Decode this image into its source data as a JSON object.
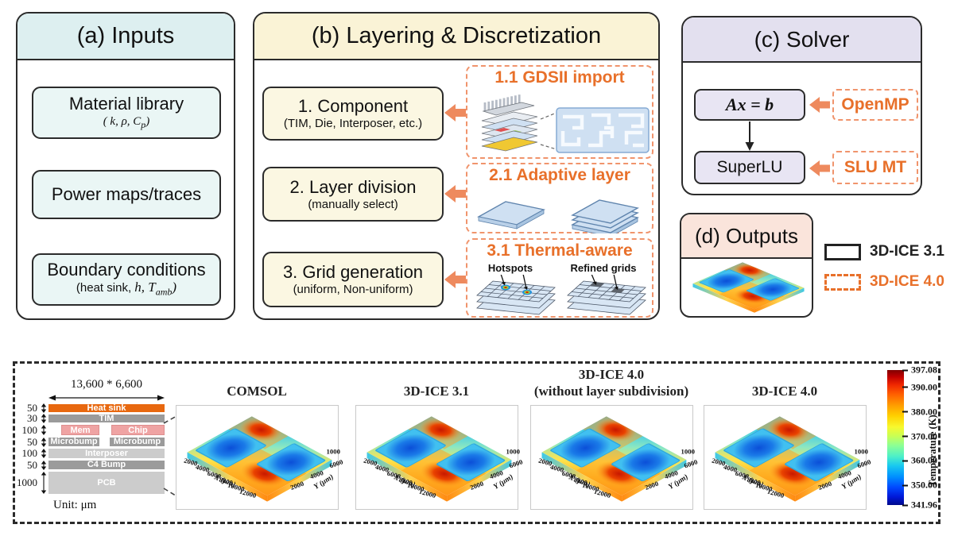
{
  "colors": {
    "accent_orange": "#e8702a",
    "arrow_orange": "#ee8a5e",
    "dashed_orange": "#f0946c",
    "header_inputs": "#ddeff0",
    "header_layering": "#faf3d6",
    "header_solver": "#e3e0ef",
    "header_outputs": "#fae4db",
    "heat_sink_orange": "#e8680f",
    "gray_layer": "#9b9b9b",
    "pink_layer": "#efa3a3",
    "light_gray_layer": "#cccccc"
  },
  "panel_a": {
    "title": "(a) Inputs",
    "items": [
      {
        "line1": "Material library",
        "math_a": "( k, ρ, C",
        "math_sub": "p",
        "math_b": ")"
      },
      {
        "line1": "Power maps/traces"
      },
      {
        "line1": "Boundary conditions",
        "plain_a": "(heat sink, ",
        "math_a": "h, T",
        "math_sub": "amb",
        "math_b": ")"
      }
    ]
  },
  "panel_b": {
    "title": "(b) Layering & Discretization",
    "steps": [
      {
        "line1": "1. Component",
        "line2": "(TIM, Die, Interposer, etc.)"
      },
      {
        "line1": "2. Layer division",
        "line2": "(manually select)"
      },
      {
        "line1": "3. Grid generation",
        "line2": "(uniform, Non-uniform)"
      }
    ],
    "features": [
      {
        "title": "1.1 GDSII import"
      },
      {
        "title": "2.1 Adaptive layer"
      },
      {
        "title": "3.1 Thermal-aware",
        "label_left": "Hotspots",
        "label_right": "Refined grids"
      }
    ]
  },
  "panel_c": {
    "title": "(c) Solver",
    "equation": "Ax = b",
    "solver_name": "SuperLU",
    "tag_top": "OpenMP",
    "tag_bottom": "SLU MT"
  },
  "panel_d": {
    "title": "(d) Outputs"
  },
  "legend": [
    {
      "label": "3D-ICE 3.1",
      "style": "solid"
    },
    {
      "label": "3D-ICE 4.0",
      "style": "dashed"
    }
  ],
  "figure": {
    "stack": {
      "dimension_label": "13,600 * 6,600",
      "unit_label": "Unit: μm",
      "rows": [
        {
          "thickness": "50",
          "cells": [
            "Heat sink"
          ],
          "color": "#e8680f"
        },
        {
          "thickness": "30",
          "cells": [
            "TIM"
          ],
          "color": "#9b9b9b"
        },
        {
          "thickness": "100",
          "cells": [
            "Mem",
            "Chip"
          ],
          "color": "#efa3a3"
        },
        {
          "thickness": "50",
          "cells": [
            "Microbump",
            "Microbump"
          ],
          "color": "#9b9b9b"
        },
        {
          "thickness": "100",
          "cells": [
            "Interposer"
          ],
          "color": "#cccccc"
        },
        {
          "thickness": "50",
          "cells": [
            "C4 Bump"
          ],
          "color": "#9b9b9b"
        },
        {
          "thickness": "1000",
          "cells": [
            "PCB"
          ],
          "color": "#cccccc"
        }
      ]
    },
    "plots": [
      {
        "title": "COMSOL"
      },
      {
        "title": "3D-ICE 3.1"
      },
      {
        "title": "3D-ICE 4.0",
        "subtitle": "(without layer subdivision)"
      },
      {
        "title": "3D-ICE 4.0"
      }
    ],
    "axes": {
      "xlabel": "X (μm)",
      "ylabel": "Y (μm)",
      "x_ticks": [
        "2000",
        "4000",
        "6000",
        "8000",
        "10000",
        "12000"
      ],
      "y_ticks": [
        "2000",
        "4000",
        "6000"
      ],
      "z_tick": "1000"
    },
    "colorbar": {
      "label": "Temperature (K)",
      "ticks": [
        "397.08",
        "390.00",
        "380.00",
        "370.00",
        "360.00",
        "350.00",
        "341.96"
      ]
    }
  },
  "chart_data": [
    {
      "type": "surface3d",
      "title": "COMSOL",
      "xlabel": "X (μm)",
      "ylabel": "Y (μm)",
      "x_range": [
        0,
        13600
      ],
      "y_range": [
        0,
        6600
      ],
      "x_ticks": [
        2000,
        4000,
        6000,
        8000,
        10000,
        12000
      ],
      "y_ticks": [
        2000,
        4000,
        6000
      ],
      "temperature_K": {
        "min": 341.96,
        "max": 397.08
      },
      "pattern": "two hot spots (~390-397 K) back-center and front-center, two cool die rectangles (~345-360 K) left and right"
    },
    {
      "type": "surface3d",
      "title": "3D-ICE 3.1",
      "xlabel": "X (μm)",
      "ylabel": "Y (μm)",
      "x_range": [
        0,
        13600
      ],
      "y_range": [
        0,
        6600
      ],
      "x_ticks": [
        2000,
        4000,
        6000,
        8000,
        10000,
        12000
      ],
      "y_ticks": [
        2000,
        4000,
        6000
      ],
      "temperature_K": {
        "min": 341.96,
        "max": 397.08
      },
      "pattern": "same two-hot-spot / two-cool-die temperature field"
    },
    {
      "type": "surface3d",
      "title": "3D-ICE 4.0 (without layer subdivision)",
      "xlabel": "X (μm)",
      "ylabel": "Y (μm)",
      "x_range": [
        0,
        13600
      ],
      "y_range": [
        0,
        6600
      ],
      "x_ticks": [
        2000,
        4000,
        6000,
        8000,
        10000,
        12000
      ],
      "y_ticks": [
        2000,
        4000,
        6000
      ],
      "temperature_K": {
        "min": 341.96,
        "max": 397.08
      },
      "pattern": "same two-hot-spot / two-cool-die temperature field"
    },
    {
      "type": "surface3d",
      "title": "3D-ICE 4.0",
      "xlabel": "X (μm)",
      "ylabel": "Y (μm)",
      "x_range": [
        0,
        13600
      ],
      "y_range": [
        0,
        6600
      ],
      "x_ticks": [
        2000,
        4000,
        6000,
        8000,
        10000,
        12000
      ],
      "y_ticks": [
        2000,
        4000,
        6000
      ],
      "temperature_K": {
        "min": 341.96,
        "max": 397.08
      },
      "pattern": "same two-hot-spot / two-cool-die temperature field"
    }
  ]
}
